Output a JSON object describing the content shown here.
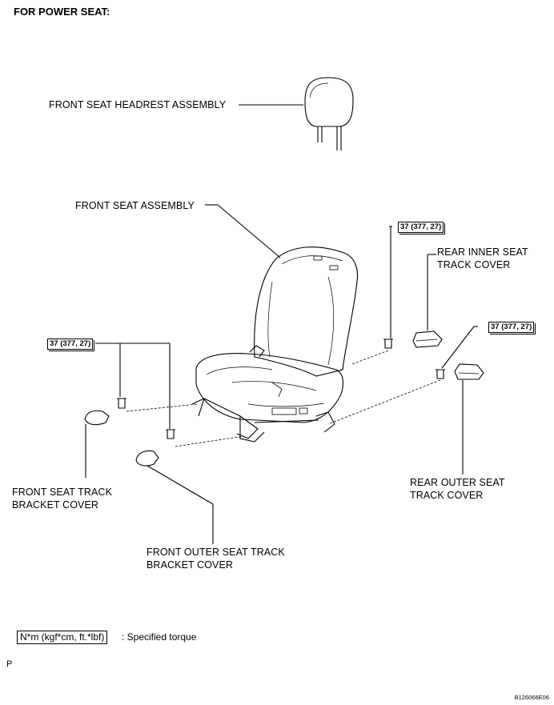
{
  "header": "FOR POWER SEAT:",
  "labels": {
    "headrest": "FRONT SEAT HEADREST ASSEMBLY",
    "seat": "FRONT SEAT ASSEMBLY",
    "rear_inner_1": "REAR INNER SEAT",
    "rear_inner_2": "TRACK COVER",
    "front_bracket_1": "FRONT SEAT TRACK",
    "front_bracket_2": "BRACKET COVER",
    "rear_outer_1": "REAR OUTER SEAT",
    "rear_outer_2": "TRACK COVER",
    "front_outer_1": "FRONT OUTER SEAT TRACK",
    "front_outer_2": "BRACKET COVER"
  },
  "torque": {
    "left": "37 (377, 27)",
    "top_right": "37 (377, 27)",
    "right": "37 (377, 27)"
  },
  "legend": {
    "unit": "N*m (kgf*cm, ft.*lbf)",
    "text": ": Specified torque"
  },
  "page_mark": "P",
  "figure_code": "B126066E06"
}
